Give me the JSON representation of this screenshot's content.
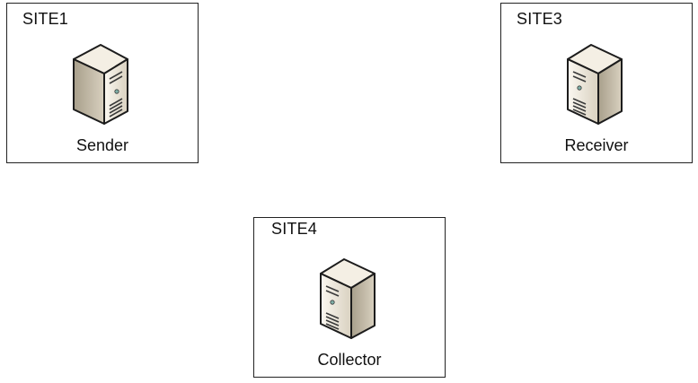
{
  "sites": [
    {
      "site_label": "SITE1",
      "node_label": "Sender",
      "icon": "server-icon"
    },
    {
      "site_label": "SITE3",
      "node_label": "Receiver",
      "icon": "server-icon"
    },
    {
      "site_label": "SITE4",
      "node_label": "Collector",
      "icon": "server-icon"
    }
  ],
  "colors": {
    "border": "#222222",
    "server_front": "#d9d2c3",
    "server_side": "#efe9dc",
    "server_top": "#f6f2ea",
    "server_outline": "#1c1c1c"
  }
}
